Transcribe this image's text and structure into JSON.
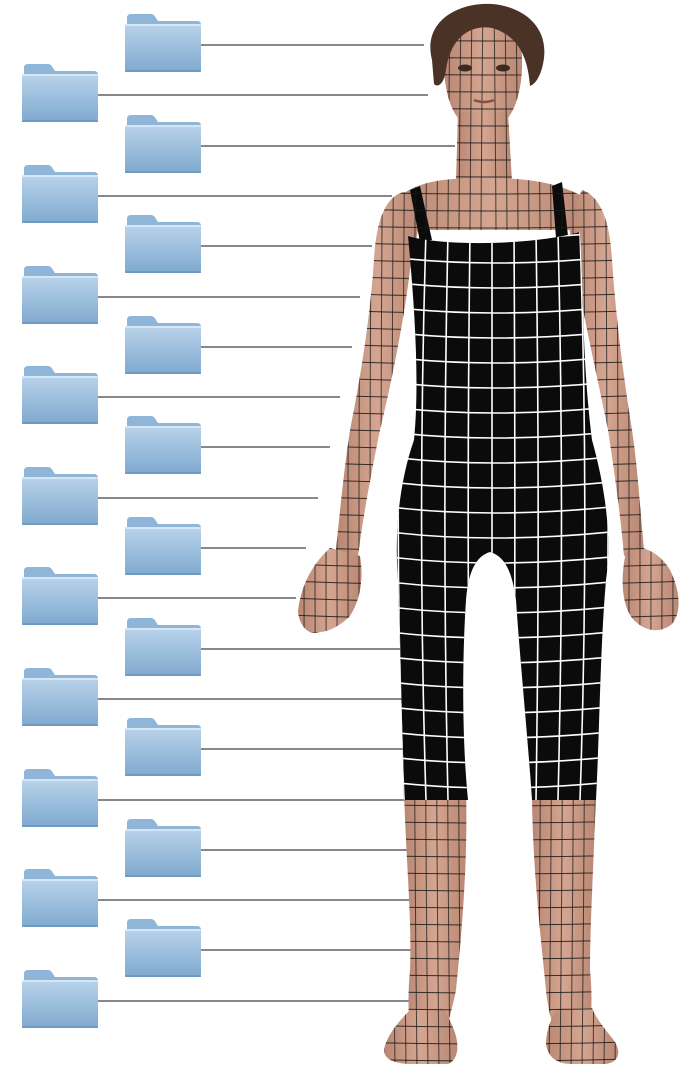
{
  "colors": {
    "background": "#ffffff",
    "folder_light": "#b9d3ea",
    "folder_dark": "#7fa9cf",
    "folder_tab": "#8fb5d8",
    "connector_line": "#111111",
    "garment": "#0b0b0b",
    "skin": "#d4a590",
    "skin_shadow": "#b98773",
    "hair": "#4a3226",
    "grid_on_skin": "#1a1a1a",
    "grid_on_garment": "#ffffff"
  },
  "icons": {
    "folder": "folder-icon",
    "figure": "human-figure-mesh"
  },
  "folders": [
    {
      "column": "right"
    },
    {
      "column": "left"
    },
    {
      "column": "right"
    },
    {
      "column": "left"
    },
    {
      "column": "right"
    },
    {
      "column": "left"
    },
    {
      "column": "right"
    },
    {
      "column": "left"
    },
    {
      "column": "right"
    },
    {
      "column": "left"
    },
    {
      "column": "right"
    },
    {
      "column": "left"
    },
    {
      "column": "right"
    },
    {
      "column": "left"
    },
    {
      "column": "right"
    },
    {
      "column": "left"
    },
    {
      "column": "right"
    },
    {
      "column": "left"
    },
    {
      "column": "right"
    },
    {
      "column": "left"
    }
  ]
}
